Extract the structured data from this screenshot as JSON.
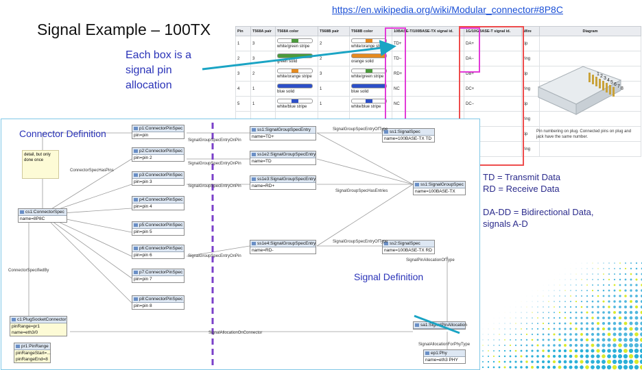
{
  "url_link": "https://en.wikipedia.org/wiki/Modular_connector#8P8C",
  "title": "Signal Example – 100TX",
  "callout": "Each box is a signal pin allocation",
  "legend": {
    "line1": "TD = Transmit Data",
    "line2": "RD = Receive Data",
    "line3": "DA-DD = Bidirectional Data,",
    "line4": "signals A-D"
  },
  "wiki_table": {
    "headers": [
      "Pin",
      "T568A pair",
      "T568A color",
      "T568B pair",
      "T568B color",
      "10BASE-T/100BASE-TX signal id.",
      "1G/10GBASE-T signal id.",
      "Wire",
      "Diagram"
    ],
    "rows": [
      {
        "pin": "1",
        "a_pair": "3",
        "a_color": "white/green stripe",
        "b_pair": "2",
        "b_color": "white/orange stripe",
        "sig100": "TD+",
        "sig1g": "DA+",
        "wire": "tip"
      },
      {
        "pin": "2",
        "a_pair": "3",
        "a_color": "green solid",
        "b_pair": "2",
        "b_color": "orange solid",
        "sig100": "TD−",
        "sig1g": "DA−",
        "wire": "ring"
      },
      {
        "pin": "3",
        "a_pair": "2",
        "a_color": "white/orange stripe",
        "b_pair": "3",
        "b_color": "white/green stripe",
        "sig100": "RD+",
        "sig1g": "DB+",
        "wire": "tip"
      },
      {
        "pin": "4",
        "a_pair": "1",
        "a_color": "blue solid",
        "b_pair": "1",
        "b_color": "blue solid",
        "sig100": "NC",
        "sig1g": "DC+",
        "wire": "ring"
      },
      {
        "pin": "5",
        "a_pair": "1",
        "a_color": "white/blue stripe",
        "b_pair": "1",
        "b_color": "white/blue stripe",
        "sig100": "NC",
        "sig1g": "DC−",
        "wire": "tip"
      },
      {
        "pin": "",
        "a_pair": "",
        "a_color": "",
        "b_pair": "",
        "b_color": "",
        "sig100": "",
        "sig1g": "",
        "wire": "ring"
      },
      {
        "pin": "",
        "a_pair": "",
        "a_color": "",
        "b_pair": "",
        "b_color": "",
        "sig100": "",
        "sig1g": "",
        "wire": "tip"
      },
      {
        "pin": "",
        "a_pair": "",
        "a_color": "",
        "b_pair": "",
        "b_color": "",
        "sig100": "",
        "sig1g": "",
        "wire": "ring"
      }
    ],
    "wire_colors": [
      "#4c9a3c",
      "#4c9a3c",
      "#e58a1f",
      "#2d50c8",
      "#2d50c8"
    ],
    "wire_colors_b": [
      "#e58a1f",
      "#e58a1f",
      "#4c9a3c",
      "#2d50c8",
      "#2d50c8"
    ],
    "plug_caption": "Pin numbering on plug. Connected pins on plug and jack have the same number.",
    "plug_pin_numbers": [
      "1",
      "2",
      "3",
      "4",
      "5",
      "6",
      "7",
      "8"
    ]
  },
  "model": {
    "connector_definition_label": "Connector Definition",
    "signal_definition_label": "Signal Definition",
    "note": "detail, but only done once",
    "pin_specs": [
      {
        "header": "p1:ConnectorPinSpec",
        "body": "pin=pin"
      },
      {
        "header": "p2:ConnectorPinSpec",
        "body": "pin=pin 2"
      },
      {
        "header": "p3:ConnectorPinSpec",
        "body": "pin=pin 3"
      },
      {
        "header": "p4:ConnectorPinSpec",
        "body": "pin=pin 4"
      },
      {
        "header": "p5:ConnectorPinSpec",
        "body": "pin=pin 5"
      },
      {
        "header": "p6:ConnectorPinSpec",
        "body": "pin=pin 6"
      },
      {
        "header": "p7:ConnectorPinSpec",
        "body": "pin=pin 7"
      },
      {
        "header": "p8:ConnectorPinSpec",
        "body": "pin=pin 8"
      }
    ],
    "entries": [
      {
        "header": "ss1:SignalGroupSpecEntry",
        "body": "name=TD+"
      },
      {
        "header": "ss1e2:SignalGroupSpecEntry",
        "body": "name=TD"
      },
      {
        "header": "ss1e3:SignalGroupSpecEntry",
        "body": "name=RD+"
      },
      {
        "header": "ss1e4:SignalGroupSpecEntry",
        "body": "name=RD-"
      }
    ],
    "group_specs": [
      {
        "header": "ss1:SignalSpec",
        "body": "name=100BASE-TX TD"
      },
      {
        "header": "ss1:SignalGroupSpec",
        "body": "name=100BASE-TX"
      },
      {
        "header": "ss2:SignalSpec",
        "body": "name=100BASE-TX RD"
      }
    ],
    "connector_spec": {
      "header": "cs1:ConnectorSpec",
      "body": "name=8P8C"
    },
    "plug_socket": {
      "header": "c1:PlugSocketConnector",
      "body1": "pinRange=pr1",
      "body2": "name=eth3/0"
    },
    "pin_range": {
      "header": "pr1:PinRange",
      "body1": "pinRangeStart=...",
      "body2": "pinRangeEnd=8"
    },
    "allocation": {
      "header": "sa1:SignalPinAllocation"
    },
    "phy": {
      "header": "ep1:Phy",
      "body": "name=eth3 PHY"
    },
    "edge_labels": {
      "connector_spec_has_pins": "ConnectorSpecHasPins",
      "connector_specified_by": "ConnectorSpecifiedBy",
      "entry_on_pin_1": "SignalGroupSpecEntryOnPin",
      "entry_on_pin_2": "SignalGroupSpecEntryOnPin",
      "entry_on_pin_3": "SignalGroupSpecEntryOnPin",
      "entry_on_pin_4": "SignalGroupSpecEntryOnPin",
      "entry_of_type_1": "SignalGroupSpecEntryOfType",
      "entry_of_type_2": "SignalGroupSpecEntryOfType",
      "has_entries": "SignalGroupSpecHasEntries",
      "pin_allocation_of_type": "SignalPinAllocationOfType",
      "allocation_on_connector": "SignalAllocationOnConnector",
      "allocation_for_phy": "SignalAllocationForPhyType"
    }
  },
  "colors": {
    "pink_box": "#e23ad8",
    "red_box": "#ee4c4c",
    "arrow": "#1aa4c4",
    "dashed_line": "#7a3fc9",
    "frame": "#7fc7e6"
  }
}
